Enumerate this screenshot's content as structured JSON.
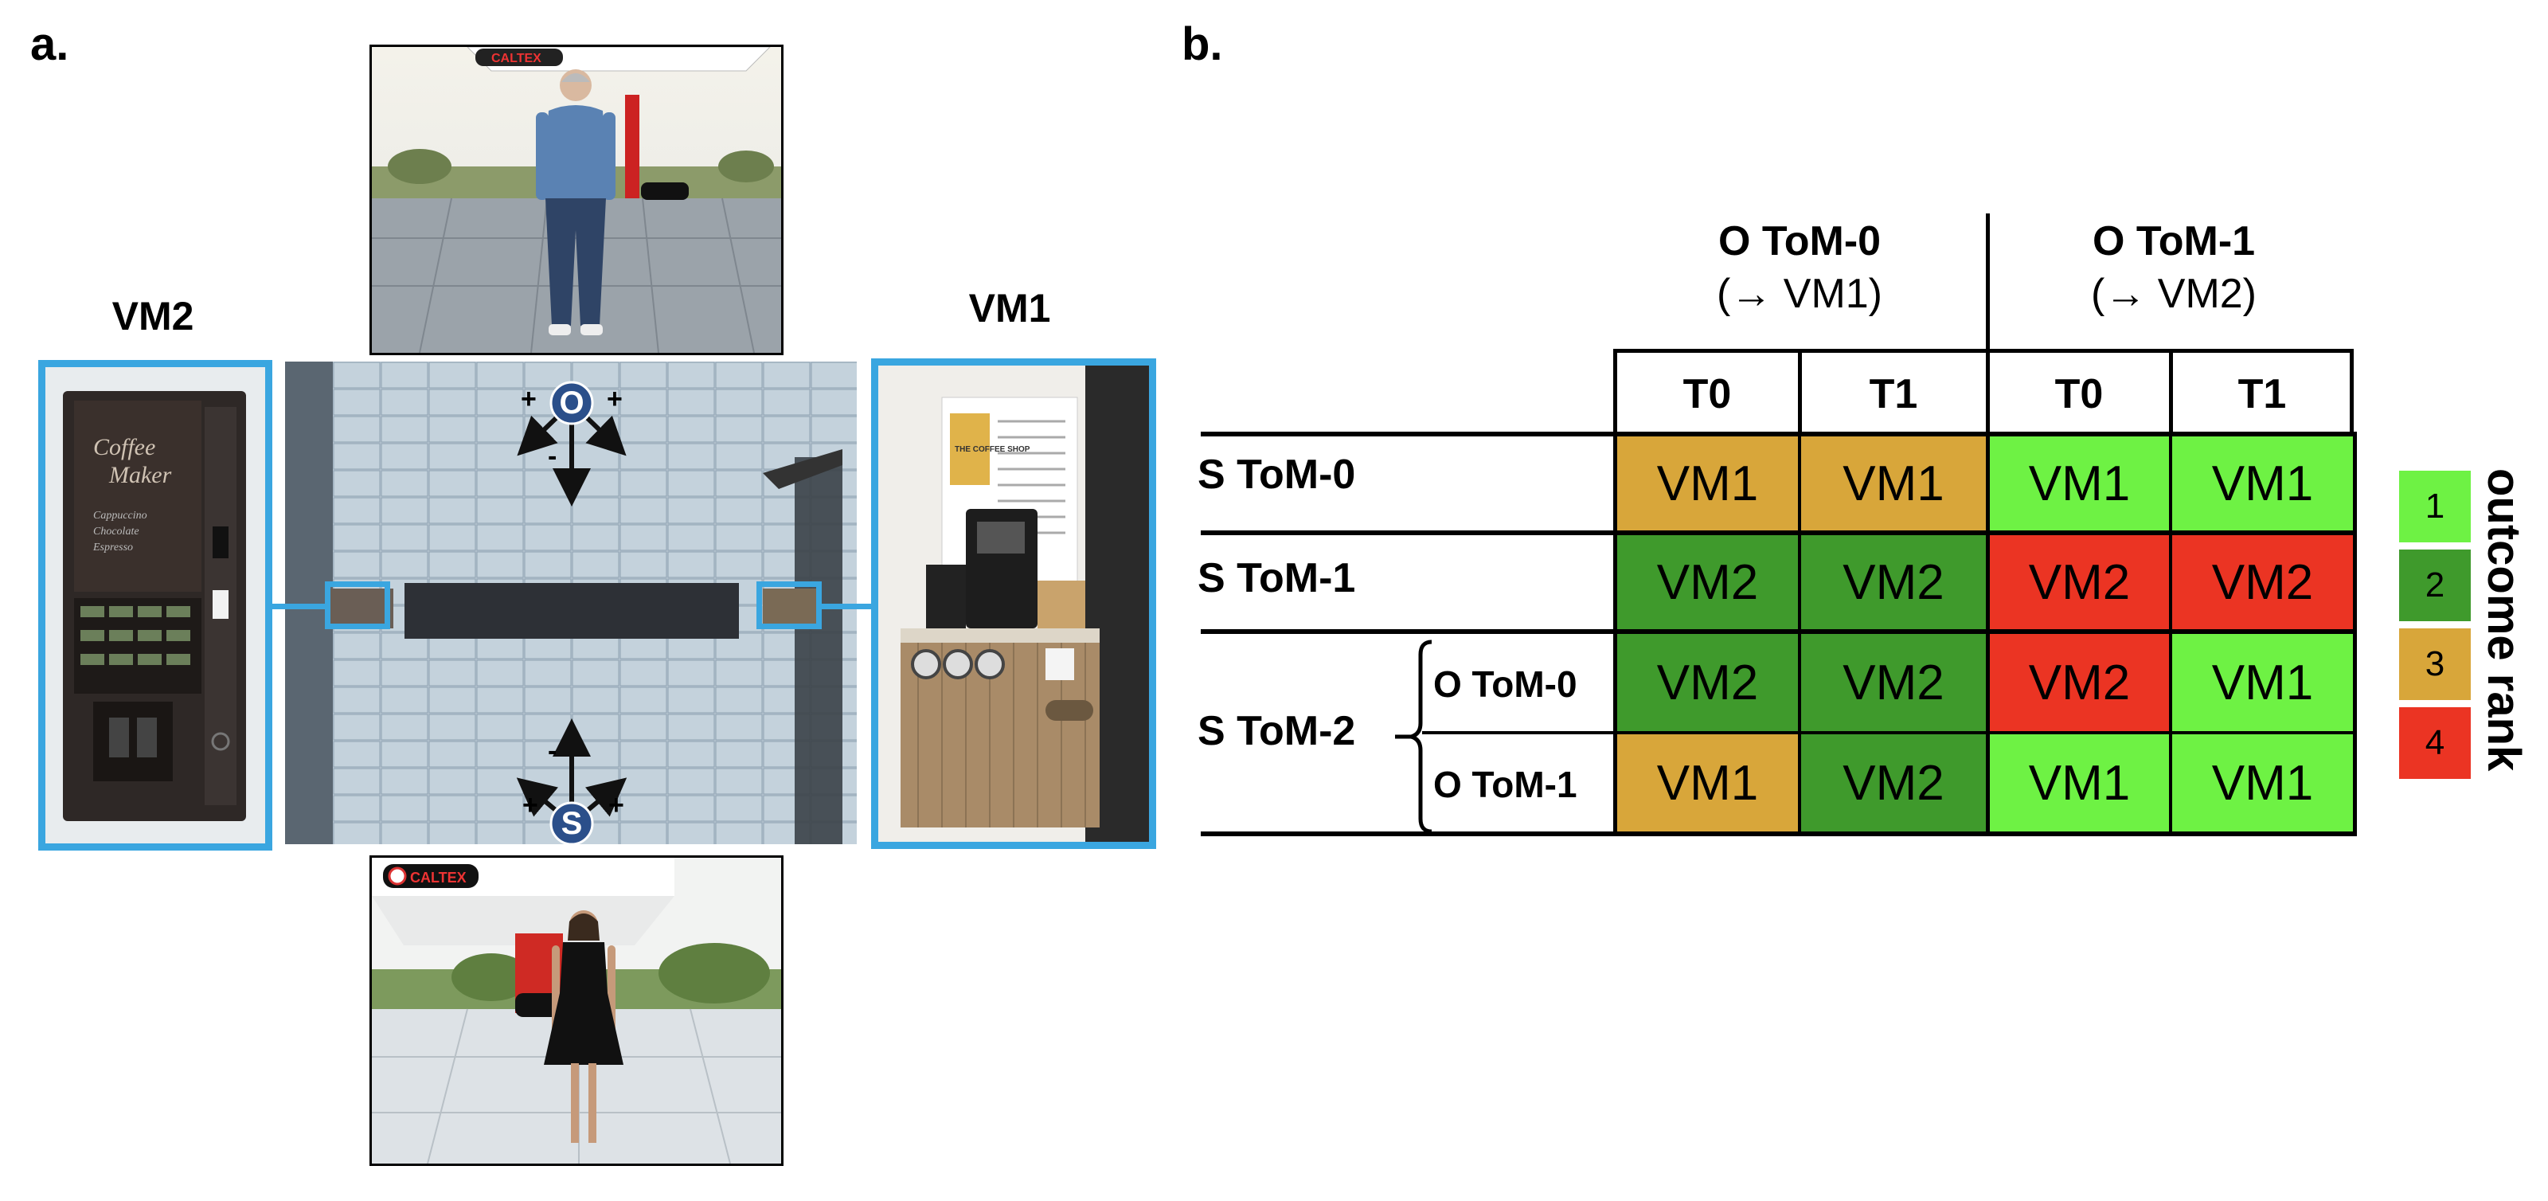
{
  "panels": {
    "a": "a.",
    "b": "b."
  },
  "scene": {
    "vm_left_label": "VM2",
    "vm_right_label": "VM1",
    "agent_top": "O",
    "agent_bottom": "S",
    "plus": "+",
    "minus": "-",
    "sign_top": "CALTEX",
    "sign_bottom": "CALTEX",
    "vm2_brand_line1": "Coffee",
    "vm2_brand_line2": "Maker",
    "vm2_items": [
      "Cappuccino",
      "Chocolate",
      "Espresso"
    ],
    "vm1_poster": "THE COFFEE SHOP"
  },
  "table": {
    "col_groups": [
      {
        "line1": "O ToM-0",
        "line2": "(→ VM1)"
      },
      {
        "line1": "O ToM-1",
        "line2": "(→ VM2)"
      }
    ],
    "sub_cols": [
      "T0",
      "T1",
      "T0",
      "T1"
    ],
    "rows": [
      {
        "label": "S ToM-0",
        "sub": "",
        "cells": [
          {
            "text": "VM1",
            "rank": 3
          },
          {
            "text": "VM1",
            "rank": 3
          },
          {
            "text": "VM1",
            "rank": 1
          },
          {
            "text": "VM1",
            "rank": 1
          }
        ]
      },
      {
        "label": "S ToM-1",
        "sub": "",
        "cells": [
          {
            "text": "VM2",
            "rank": 2
          },
          {
            "text": "VM2",
            "rank": 2
          },
          {
            "text": "VM2",
            "rank": 4
          },
          {
            "text": "VM2",
            "rank": 4
          }
        ]
      },
      {
        "label": "S ToM-2",
        "sub": "O ToM-0",
        "cells": [
          {
            "text": "VM2",
            "rank": 2
          },
          {
            "text": "VM2",
            "rank": 2
          },
          {
            "text": "VM2",
            "rank": 4
          },
          {
            "text": "VM1",
            "rank": 1
          }
        ]
      },
      {
        "label": "",
        "sub": "O ToM-1",
        "cells": [
          {
            "text": "VM1",
            "rank": 3
          },
          {
            "text": "VM2",
            "rank": 2
          },
          {
            "text": "VM1",
            "rank": 1
          },
          {
            "text": "VM1",
            "rank": 1
          }
        ]
      }
    ],
    "s_tom2_label": "S ToM-2"
  },
  "legend": {
    "title": "outcome rank",
    "ranks": [
      {
        "value": "1",
        "color": "#6ef244"
      },
      {
        "value": "2",
        "color": "#3f9a2c"
      },
      {
        "value": "3",
        "color": "#d8a63a"
      },
      {
        "value": "4",
        "color": "#eb3423"
      }
    ]
  },
  "colors": {
    "accent_blue": "#3aa6e0",
    "agent_blue": "#2b4f8a"
  }
}
